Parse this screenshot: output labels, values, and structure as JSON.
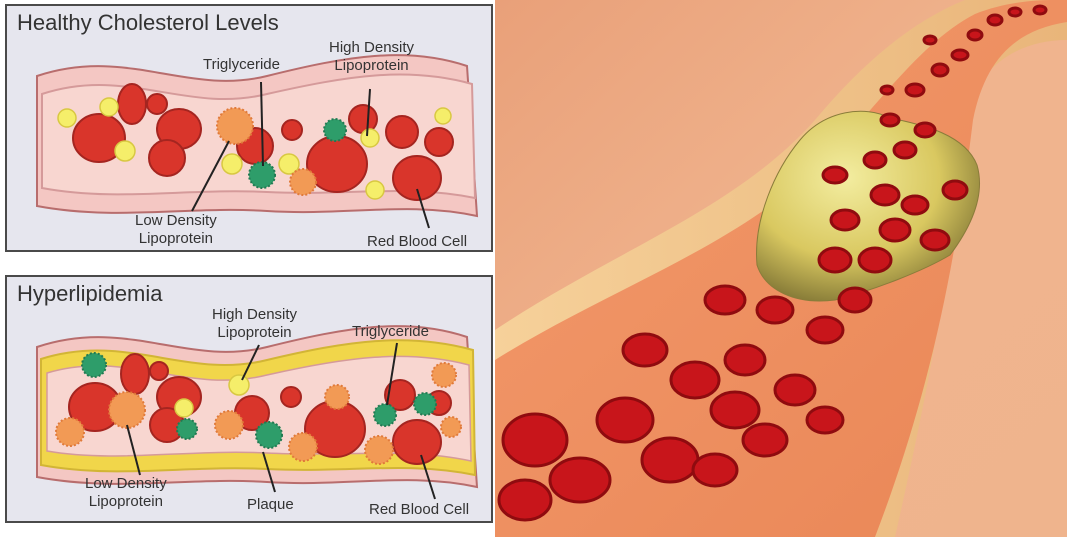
{
  "healthy": {
    "title": "Healthy Cholesterol Levels",
    "triglyceride": "Triglyceride",
    "hdl_line1": "High Density",
    "hdl_line2": "Lipoprotein",
    "ldl_line1": "Low Density",
    "ldl_line2": "Lipoprotein",
    "rbc": "Red Blood Cell"
  },
  "hyper": {
    "title": "Hyperlipidemia",
    "hdl_line1": "High Density",
    "hdl_line2": "Lipoprotein",
    "triglyceride": "Triglyceride",
    "ldl_line1": "Low Density",
    "ldl_line2": "Lipoprotein",
    "plaque": "Plaque",
    "rbc": "Red Blood Cell"
  },
  "colors": {
    "vessel_wall": "#f4c7c3",
    "vessel_interior": "#f8d6d0",
    "red_blood_cell": "#d9352b",
    "hdl": "#f5ee6a",
    "ldl": "#f29a55",
    "triglyceride": "#2e9d6a",
    "plaque": "#f1d64a",
    "panel_bg": "#e6e6ee"
  }
}
